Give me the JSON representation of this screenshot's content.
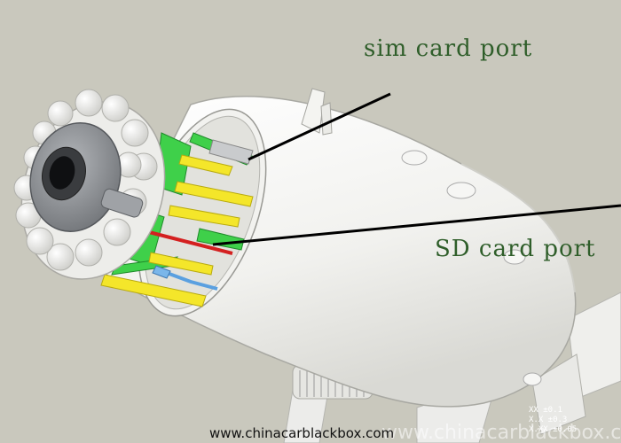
{
  "labels": {
    "sim_card_port": "sim card port",
    "sd_card_port": "SD card port"
  },
  "watermark": {
    "primary": "www.chinacarblackbox.com",
    "secondary": "www.chinacarblackbox.com"
  },
  "dimension_text": "XX ±0.1\nX.X ±0.3\nX.XX ±0.05",
  "colors": {
    "background": "#c9c8bd",
    "housing": "#f4f4f2",
    "board_green": "#3fd04a",
    "bar_yellow": "#f4e62a",
    "wire_red": "#d42020",
    "wire_blue": "#5aa0e0",
    "label_green": "#2f5e2a",
    "lens_grey": "#8c8f93"
  },
  "icons": [
    "led-ring-icon",
    "camera-lens-icon"
  ]
}
